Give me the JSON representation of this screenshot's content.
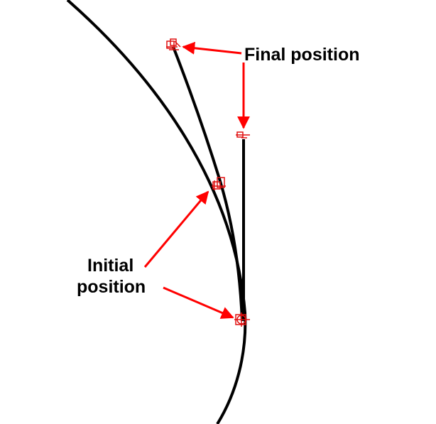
{
  "labels": {
    "final_position": "Final position",
    "initial_position_line1": "Initial",
    "initial_position_line2": "position"
  },
  "colors": {
    "curve": "#000000",
    "arrow": "#ff0000",
    "marker": "#e01010"
  }
}
